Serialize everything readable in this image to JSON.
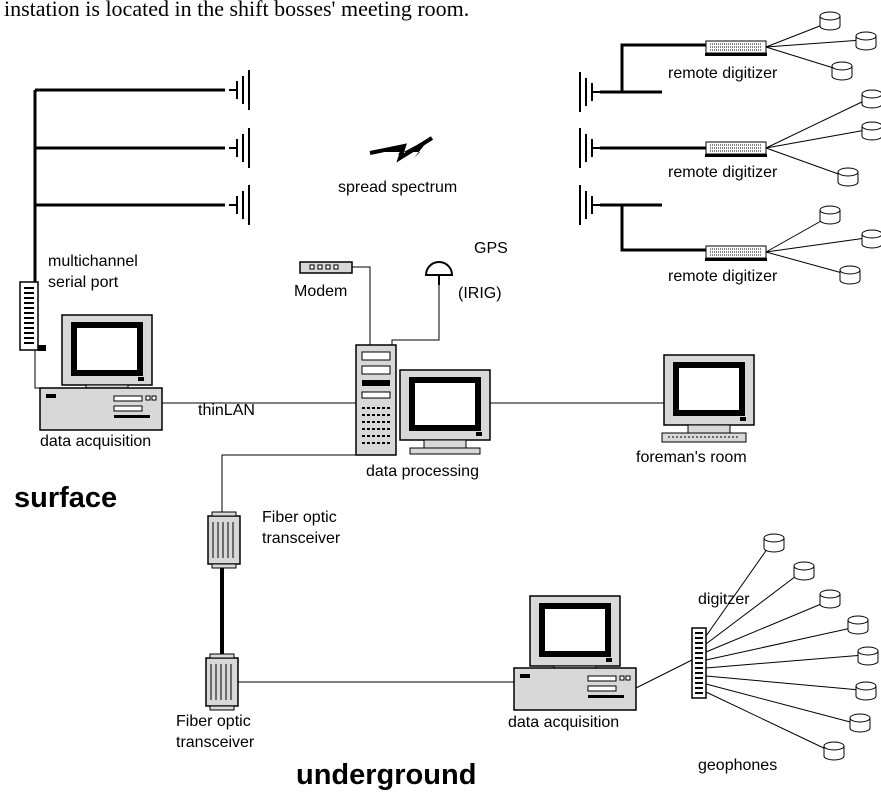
{
  "header_text": "instation is located in the shift bosses' meeting room.",
  "labels": {
    "remote_digitizer_1": "remote digitizer",
    "remote_digitizer_2": "remote digitizer",
    "remote_digitizer_3": "remote digitizer",
    "spread_spectrum": "spread spectrum",
    "multichannel_1": "multichannel",
    "multichannel_2": "serial port",
    "modem": "Modem",
    "gps": "GPS",
    "irig": "(IRIG)",
    "thinlan": "thinLAN",
    "data_acquisition_surface": "data acquisition",
    "data_processing": "data processing",
    "foremans_room": "foreman's room",
    "surface": "surface",
    "fiber_top_1": "Fiber optic",
    "fiber_top_2": "transceiver",
    "fiber_bottom_1": "Fiber optic",
    "fiber_bottom_2": "transceiver",
    "data_acquisition_underground": "data acquisition",
    "digitzer": "digitzer",
    "geophones": "geophones",
    "underground": "underground"
  },
  "icons": [
    "antenna-icon",
    "lightning-icon",
    "modem-icon",
    "gps-dome-icon",
    "server-tower-icon",
    "monitor-icon",
    "computer-icon",
    "terminal-icon",
    "transceiver-icon",
    "digitizer-icon",
    "geophone-icon",
    "serial-port-icon"
  ]
}
